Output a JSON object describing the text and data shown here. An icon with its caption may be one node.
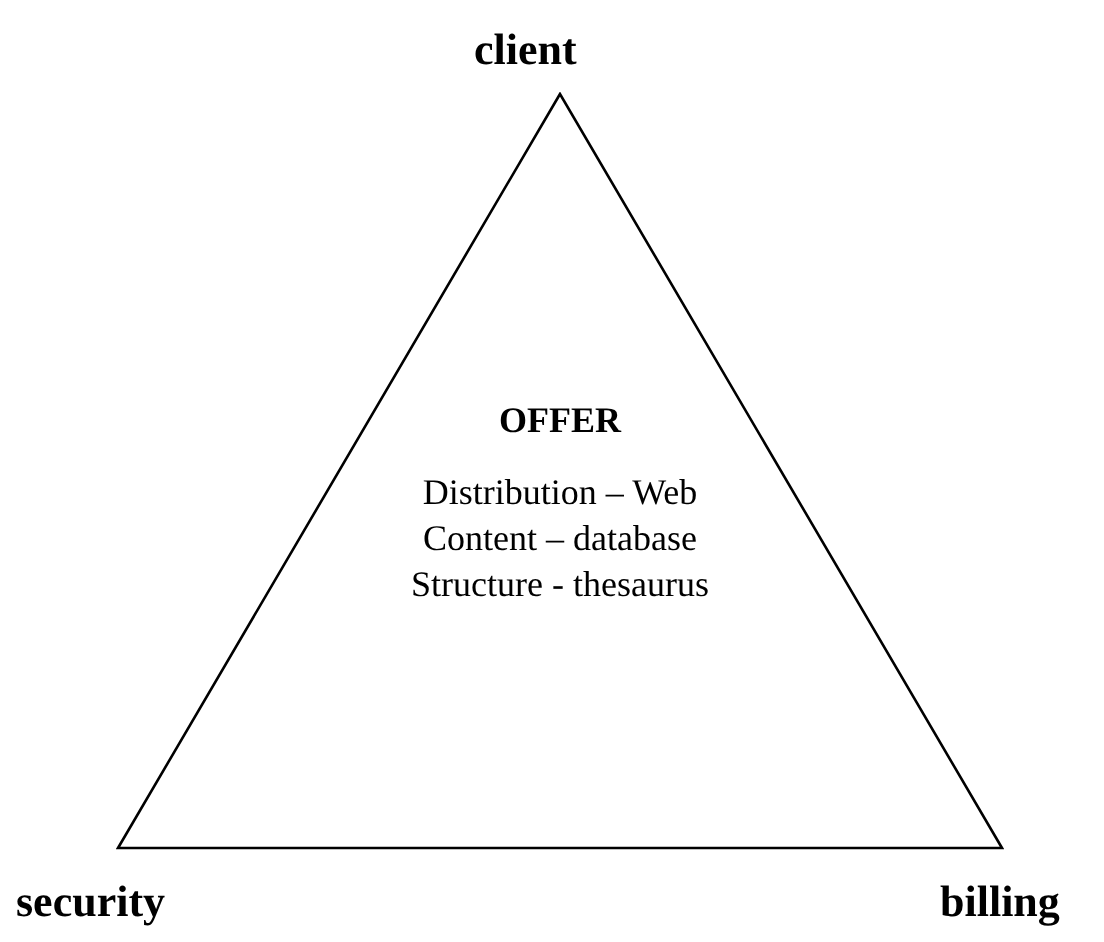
{
  "diagram": {
    "nodes": [
      {
        "text": [
          "OFFER",
          "Distribution – Web",
          "Content – database",
          "Structure - thesaurus"
        ]
      }
    ],
    "labels": [
      "client",
      "security",
      "billing"
    ]
  }
}
